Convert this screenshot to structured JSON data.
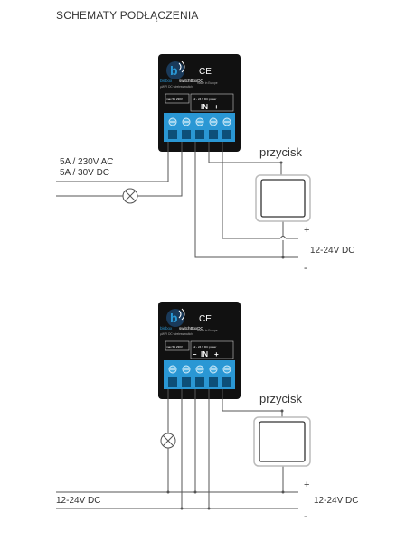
{
  "heading": "SCHEMATY PODŁĄCZENIA",
  "colors": {
    "module_body": "#111111",
    "terminal_block": "#2a97d4",
    "wire": "#555555",
    "button_frame": "#bbbbbb"
  },
  "diagram_top": {
    "button_label": "przycisk",
    "load_label_ac": "5A / 230V AC",
    "load_label_dc": "5A / 30V DC",
    "supply_label": "12-24V DC",
    "plus_sign": "+",
    "minus_sign": "-"
  },
  "diagram_bottom": {
    "button_label": "przycisk",
    "supply_label_left": "12-24V DC",
    "supply_label_right": "12-24V DC",
    "plus_sign": "+",
    "minus_sign": "-"
  },
  "module": {
    "brand": "blebox",
    "model": "switchBoxDC",
    "subtitle": "µWiFi DC wireless switch",
    "ce_mark": "CE",
    "origin": "made in Europe",
    "relay_spec": "max 5A 230V",
    "power_spec": "12 - 24 V DC power",
    "in_label": "IN",
    "minus_pin": "–",
    "plus_pin": "+"
  }
}
